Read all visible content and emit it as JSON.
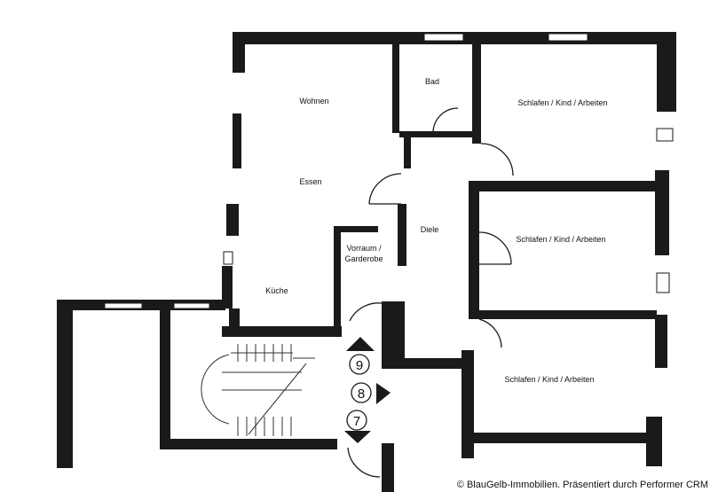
{
  "rooms": {
    "wohnen": "Wohnen",
    "bad": "Bad",
    "schlafen_1": "Schlafen / Kind / Arbeiten",
    "essen": "Essen",
    "diele": "Diele",
    "schlafen_2": "Schlafen / Kind / Arbeiten",
    "vorraum_line1": "Vorraum /",
    "vorraum_line2": "Garderobe",
    "kueche": "Küche",
    "schlafen_3": "Schlafen / Kind / Arbeiten"
  },
  "stair_markers": [
    "9",
    "8",
    "7"
  ],
  "copyright": "© BlauGelb-Immobilien. Präsentiert durch Performer CRM",
  "icons": {
    "arrow_up": "triangle-up-icon",
    "arrow_right": "triangle-right-icon",
    "arrow_down": "triangle-down-icon"
  }
}
